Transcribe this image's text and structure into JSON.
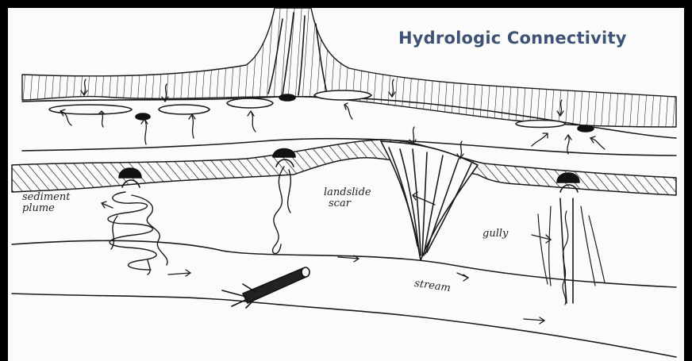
{
  "title": "Hydrologic Connectivity",
  "labels": {
    "sediment_plume_line1": "sediment",
    "sediment_plume_line2": "plume",
    "landslide_scar_line1": "landslide",
    "landslide_scar_line2": "scar",
    "gully": "gully",
    "stream": "stream"
  },
  "colors": {
    "title": "#3d5275",
    "ink": "#1a1a1a",
    "paper": "#fbfbf9",
    "frame": "#000000"
  },
  "icons": [
    "culvert-icon",
    "log-icon",
    "flow-arrow-icon"
  ]
}
